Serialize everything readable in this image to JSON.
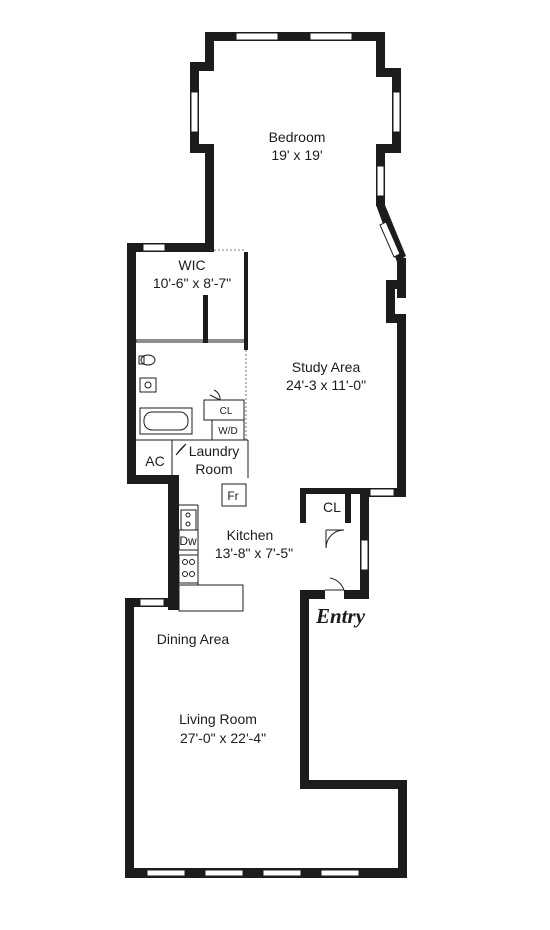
{
  "rooms": {
    "bedroom": {
      "name": "Bedroom",
      "size": "19' x 19'"
    },
    "wic": {
      "name": "WIC",
      "size": "10'-6\" x 8'-7\""
    },
    "study": {
      "name": "Study Area",
      "size": "24'-3 x 11'-0\""
    },
    "cl_bath": "CL",
    "wd": "W/D",
    "ac": "AC",
    "laundry": {
      "line1": "Laundry",
      "line2": "Room"
    },
    "fr": "Fr",
    "cl_entry": "CL",
    "kitchen": {
      "name": "Kitchen",
      "size": "13'-8\" x 7'-5\""
    },
    "dw": "Dw",
    "entry": "Entry",
    "dining": "Dining Area",
    "living": {
      "name": "Living Room",
      "size": "27'-0\" x 22'-4\""
    }
  },
  "colors": {
    "wall": "#1c1c1c",
    "background": "#ffffff"
  }
}
